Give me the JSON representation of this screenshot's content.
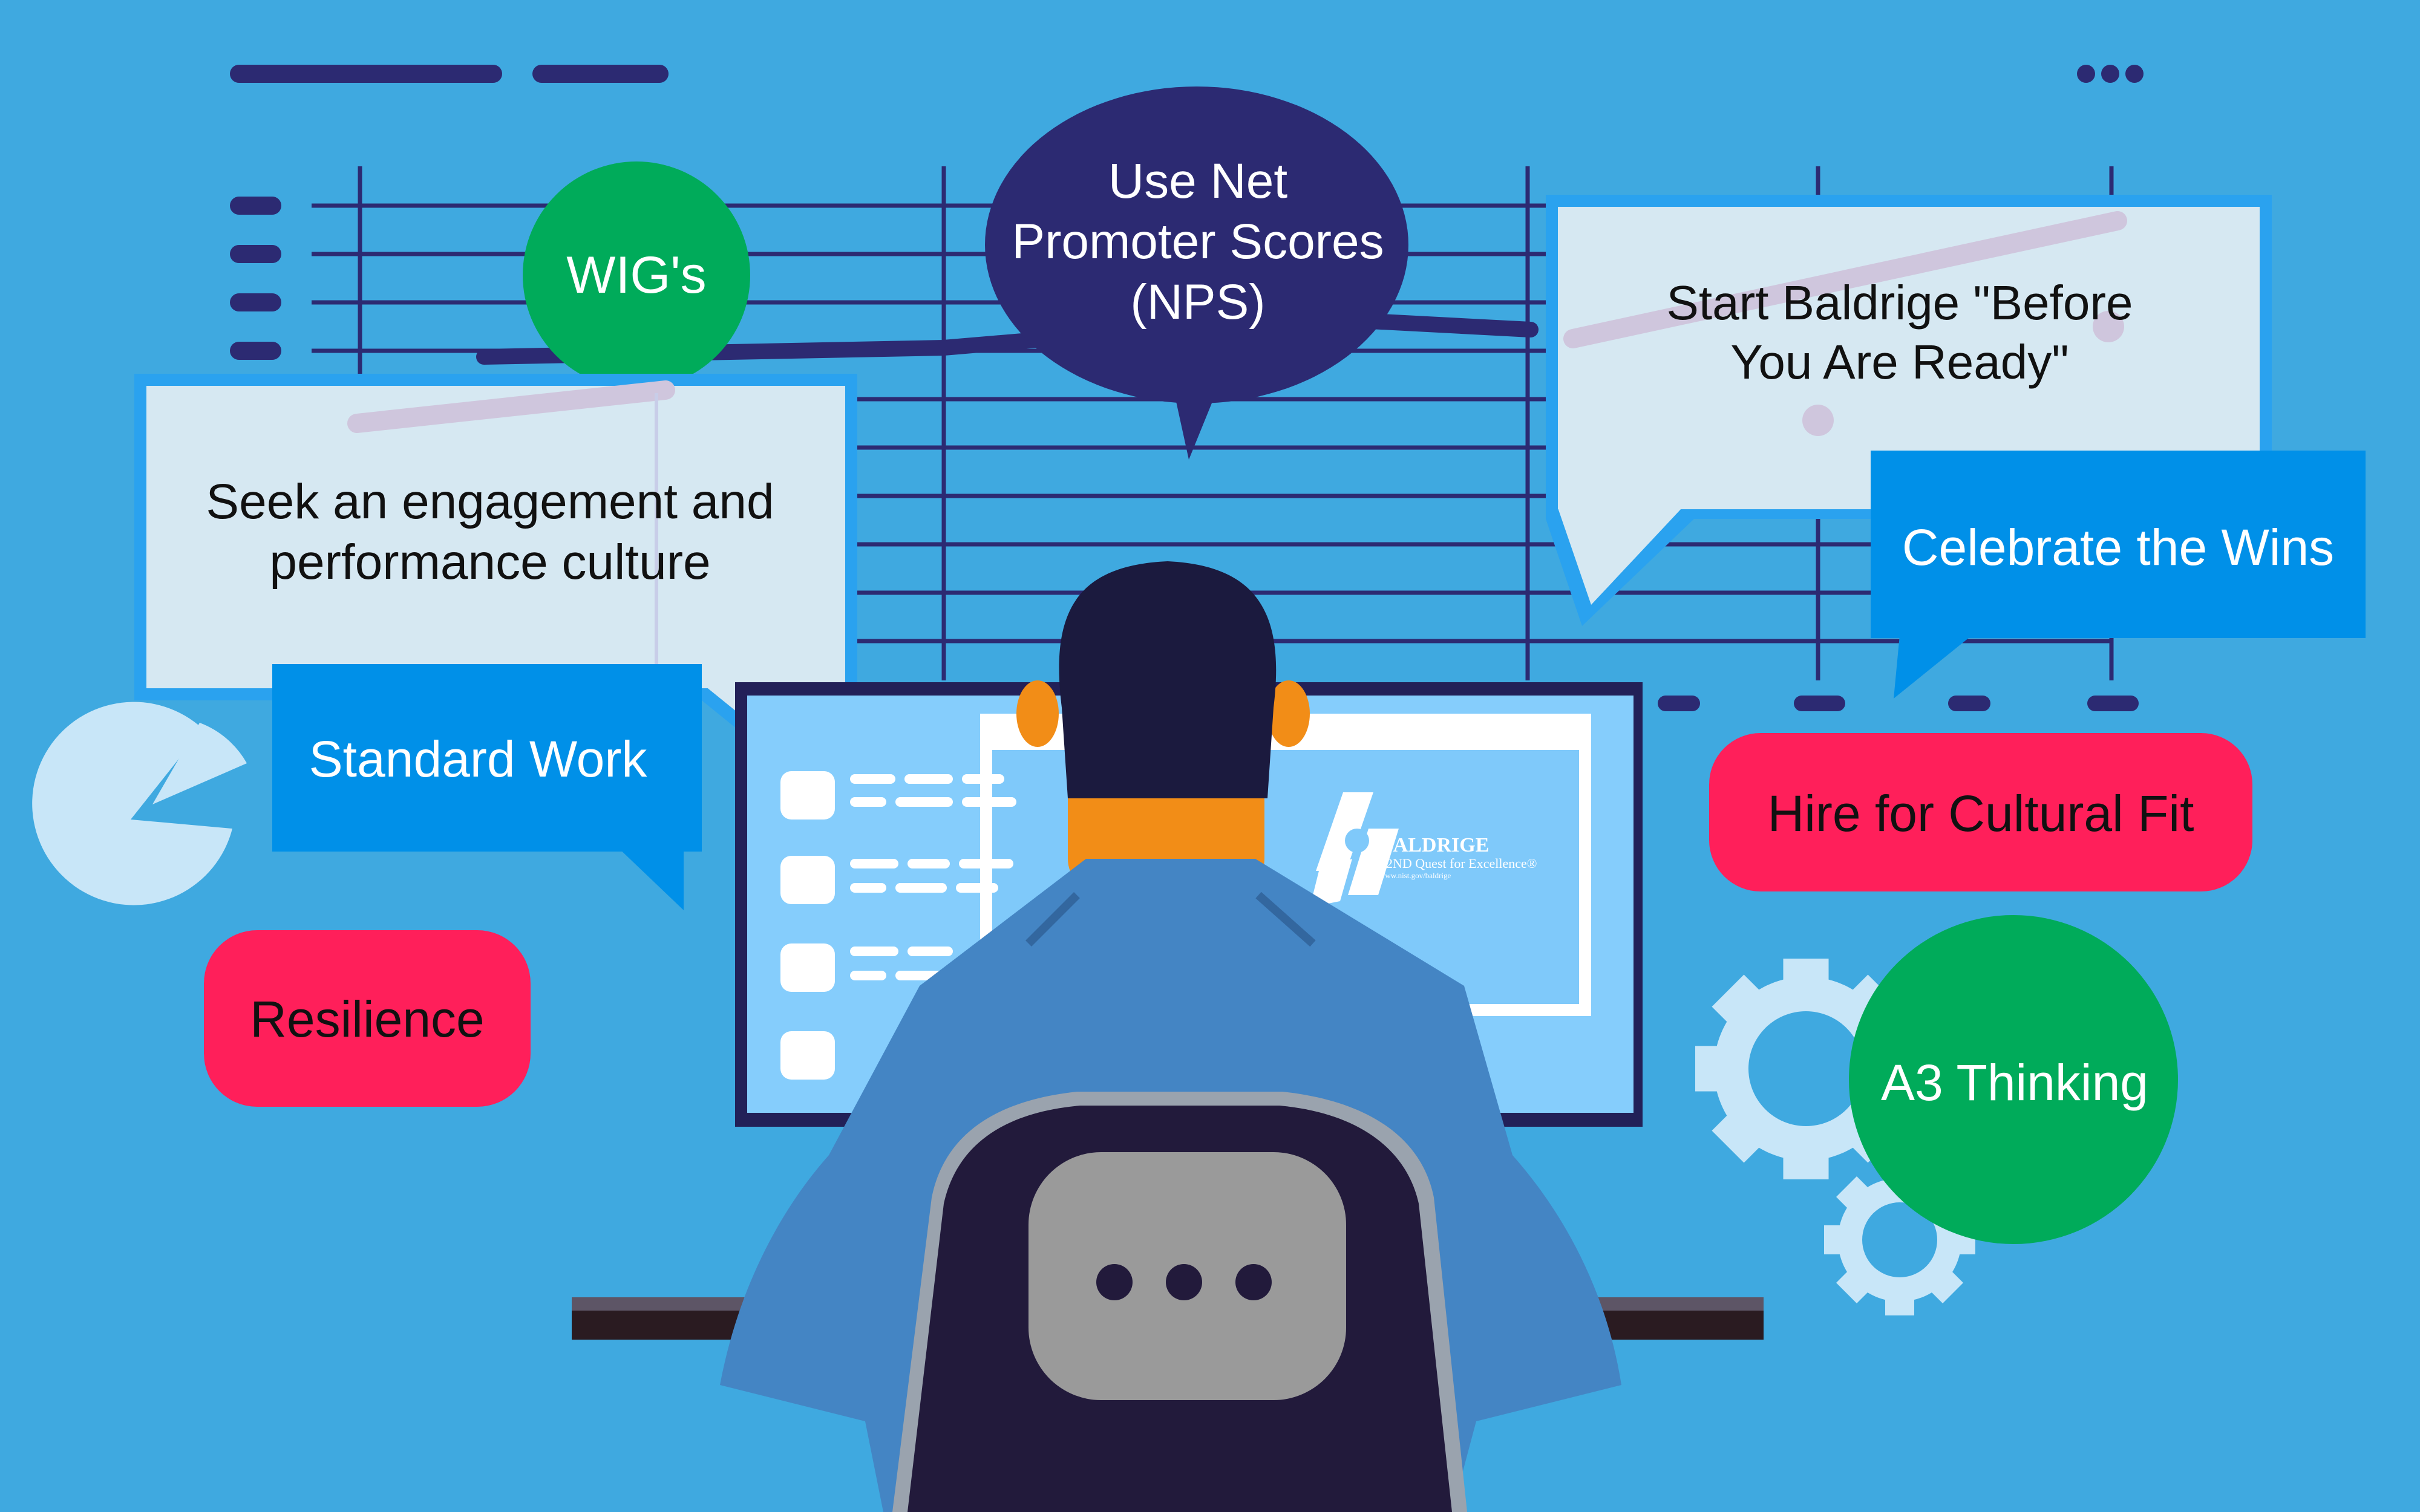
{
  "bubbles": {
    "wigs": "WIG's",
    "nps": "Use Net Promoter Scores (NPS)",
    "baldrige_start": "Start Baldrige \"Before You Are Ready\"",
    "engagement": "Seek an engagement and performance culture",
    "celebrate": "Celebrate the Wins",
    "standard_work": "Standard Work",
    "hire": "Hire for Cultural Fit",
    "resilience": "Resilience",
    "a3": "A3 Thinking"
  },
  "screen_logo": {
    "name": "BALDRIGE",
    "tagline": "32ND Quest for Excellence®",
    "url": "www.nist.gov/baldrige"
  },
  "colors": {
    "background": "#3fa9e0",
    "navy": "#2c2a72",
    "green": "#00ab5a",
    "magenta": "#ff1f5a",
    "callout_blue": "#0090e8",
    "callout_light": "#d6e8f2"
  }
}
